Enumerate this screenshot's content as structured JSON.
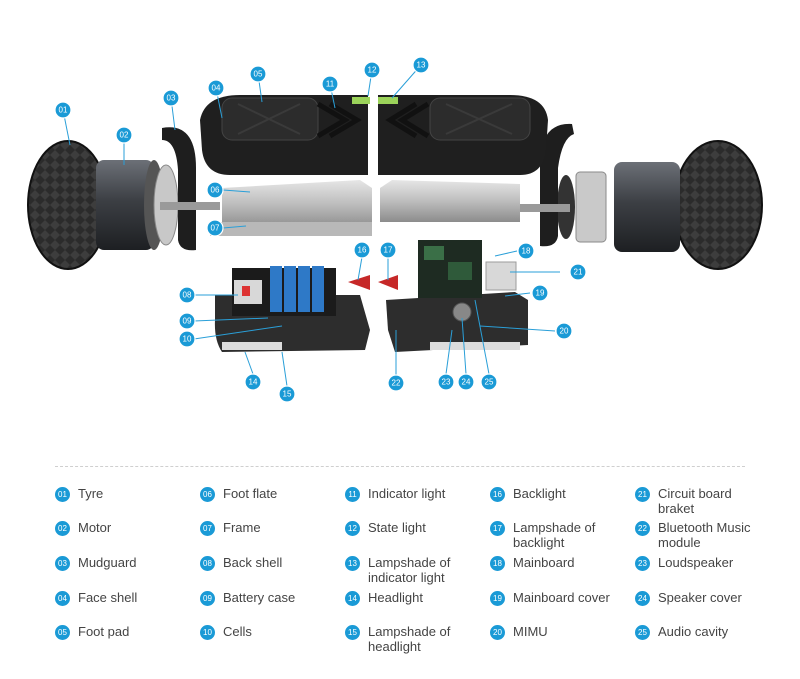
{
  "callouts": [
    "01",
    "02",
    "03",
    "04",
    "05",
    "06",
    "07",
    "08",
    "09",
    "10",
    "11",
    "12",
    "13",
    "14",
    "15",
    "16",
    "17",
    "18",
    "19",
    "20",
    "21",
    "22",
    "23",
    "24",
    "25"
  ],
  "legend": [
    {
      "num": "01",
      "label": "Tyre"
    },
    {
      "num": "02",
      "label": "Motor"
    },
    {
      "num": "03",
      "label": "Mudguard"
    },
    {
      "num": "04",
      "label": "Face shell"
    },
    {
      "num": "05",
      "label": "Foot pad"
    },
    {
      "num": "06",
      "label": "Foot flate"
    },
    {
      "num": "07",
      "label": "Frame"
    },
    {
      "num": "08",
      "label": "Back shell"
    },
    {
      "num": "09",
      "label": "Battery case"
    },
    {
      "num": "10",
      "label": "Cells"
    },
    {
      "num": "11",
      "label": "Indicator light"
    },
    {
      "num": "12",
      "label": "State light"
    },
    {
      "num": "13",
      "label": "Lampshade of indicator light"
    },
    {
      "num": "14",
      "label": "Headlight"
    },
    {
      "num": "15",
      "label": "Lampshade of headlight"
    },
    {
      "num": "16",
      "label": "Backlight"
    },
    {
      "num": "17",
      "label": "Lampshade of backlight"
    },
    {
      "num": "18",
      "label": "Mainboard"
    },
    {
      "num": "19",
      "label": "Mainboard cover"
    },
    {
      "num": "20",
      "label": "MIMU"
    },
    {
      "num": "21",
      "label": "Circuit board braket"
    },
    {
      "num": "22",
      "label": "Bluetooth Music module"
    },
    {
      "num": "23",
      "label": "Loudspeaker"
    },
    {
      "num": "24",
      "label": "Speaker cover"
    },
    {
      "num": "25",
      "label": "Audio cavity"
    }
  ],
  "colors": {
    "accent": "#1a9ad6"
  }
}
